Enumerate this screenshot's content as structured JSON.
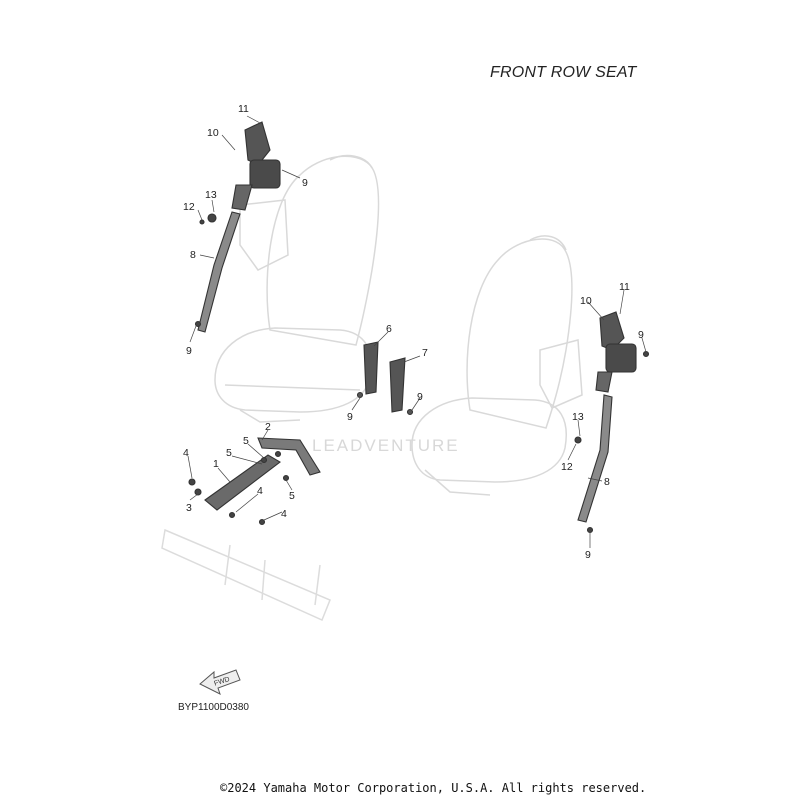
{
  "title": "FRONT ROW SEAT",
  "diagram_code": "BYP1100D0380",
  "copyright": "©2024 Yamaha Motor Corporation, U.S.A. All rights reserved.",
  "watermark": "LEADVENTURE",
  "fwd_label": "FWD",
  "callouts": {
    "c11a": "11",
    "c10a": "10",
    "c9a": "9",
    "c13a": "13",
    "c12a": "12",
    "c8a": "8",
    "c9b": "9",
    "c6": "6",
    "c7": "7",
    "c9c": "9",
    "c9d": "9",
    "c2": "2",
    "c5a": "5",
    "c5b": "5",
    "c4a": "4",
    "c1": "1",
    "c3": "3",
    "c4b": "4",
    "c4c": "4",
    "c5c": "5",
    "c10b": "10",
    "c11b": "11",
    "c9e": "9",
    "c13b": "13",
    "c12b": "12",
    "c8b": "8",
    "c9f": "9"
  }
}
